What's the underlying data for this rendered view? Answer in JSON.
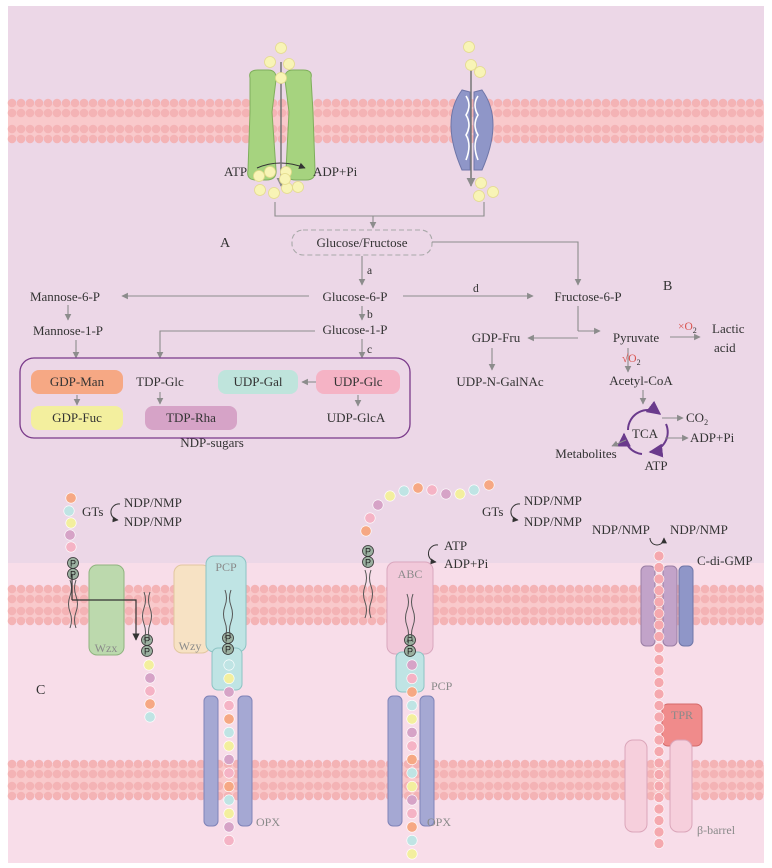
{
  "panels": {
    "a": "A",
    "b": "B",
    "c": "C"
  },
  "colors": {
    "background_top": "#ecd7e7",
    "background_bottom": "#f8dde9",
    "membrane_bead": "#f4b3b5",
    "green_transporter": "#a6d37f",
    "blue_transporter": "#8f96c8",
    "gdp_man": "#f6a884",
    "gdp_fuc": "#f3ef9e",
    "udp_gal": "#bfe4dc",
    "udp_glc": "#f5b3c5",
    "tdp_rha": "#d6a3c7",
    "ndp_box": "#7a3a8a",
    "tca_arrow": "#6a3a8c"
  },
  "transport": {
    "atp": "ATP",
    "adp_pi": "ADP+Pi"
  },
  "metabolism": {
    "glucose_fructose": "Glucose/Fructose",
    "glucose_6p": "Glucose-6-P",
    "glucose_1p": "Glucose-1-P",
    "fructose_6p": "Fructose-6-P",
    "mannose_6p": "Mannose-6-P",
    "mannose_1p": "Mannose-1-P",
    "gdp_fru": "GDP-Fru",
    "udp_galnac": "UDP-N-GalNAc",
    "pyruvate": "Pyruvate",
    "lactic": "Lactic",
    "acid": "acid",
    "o2_no": "×O",
    "o2_yes": "√O",
    "sub2": "2",
    "acetyl_coa": "Acetyl-CoA",
    "co2": "CO",
    "tca": "TCA",
    "adp_pi": "ADP+Pi",
    "atp": "ATP",
    "metabolites": "Metabolites",
    "step_a": "a",
    "step_b": "b",
    "step_c": "c",
    "step_d": "d"
  },
  "ndp_sugars": {
    "title": "NDP-sugars",
    "gdp_man": "GDP-Man",
    "gdp_fuc": "GDP-Fuc",
    "tdp_glc": "TDP-Glc",
    "tdp_rha": "TDP-Rha",
    "udp_gal": "UDP-Gal",
    "udp_glc": "UDP-Glc",
    "udp_glca": "UDP-GlcA"
  },
  "export": {
    "gts": "GTs",
    "ndp_nmp": "NDP/NMP",
    "wzx": "Wzx",
    "wzy": "Wzy",
    "pcp": "PCP",
    "opx": "OPX",
    "abc": "ABC",
    "atp": "ATP",
    "adp_pi": "ADP+Pi",
    "p": "P",
    "c_di_gmp": "C-di-GMP",
    "tpr": "TPR",
    "beta_barrel": "β-barrel"
  }
}
